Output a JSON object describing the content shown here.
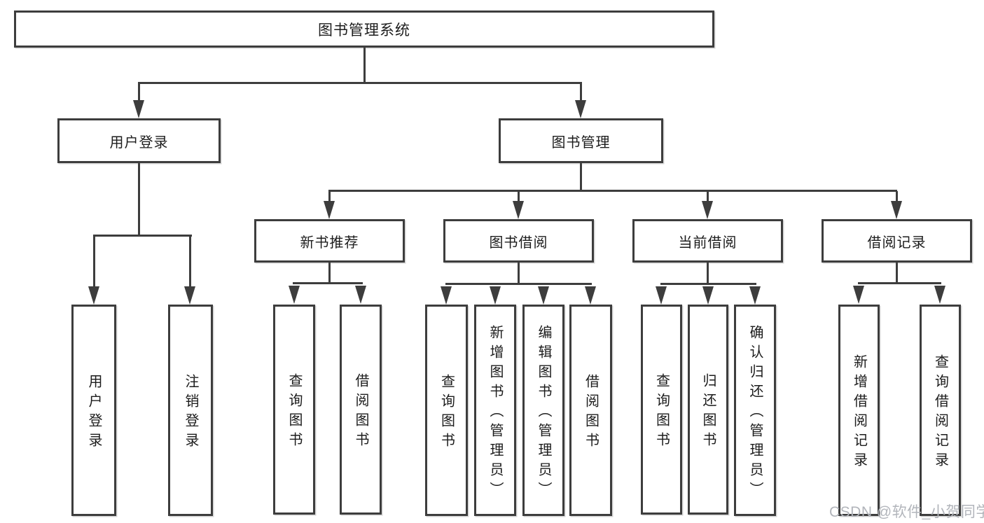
{
  "diagram": {
    "root": {
      "label": "图书管理系统"
    },
    "branches": [
      {
        "label": "用户登录",
        "children": [
          {
            "label": "用户登录"
          },
          {
            "label": "注销登录"
          }
        ]
      },
      {
        "label": "图书管理",
        "sections": [
          {
            "label": "新书推荐",
            "children": [
              {
                "label": "查询图书"
              },
              {
                "label": "借阅图书"
              }
            ]
          },
          {
            "label": "图书借阅",
            "children": [
              {
                "label": "查询图书"
              },
              {
                "label": "新增图书（管理员）"
              },
              {
                "label": "编辑图书（管理员）"
              },
              {
                "label": "借阅图书"
              }
            ]
          },
          {
            "label": "当前借阅",
            "children": [
              {
                "label": "查询图书"
              },
              {
                "label": "归还图书"
              },
              {
                "label": "确认归还（管理员）"
              }
            ]
          },
          {
            "label": "借阅记录",
            "children": [
              {
                "label": "新增借阅记录"
              },
              {
                "label": "查询借阅记录"
              }
            ]
          }
        ]
      }
    ]
  },
  "watermark": "CSDN @软件_小贺同学"
}
